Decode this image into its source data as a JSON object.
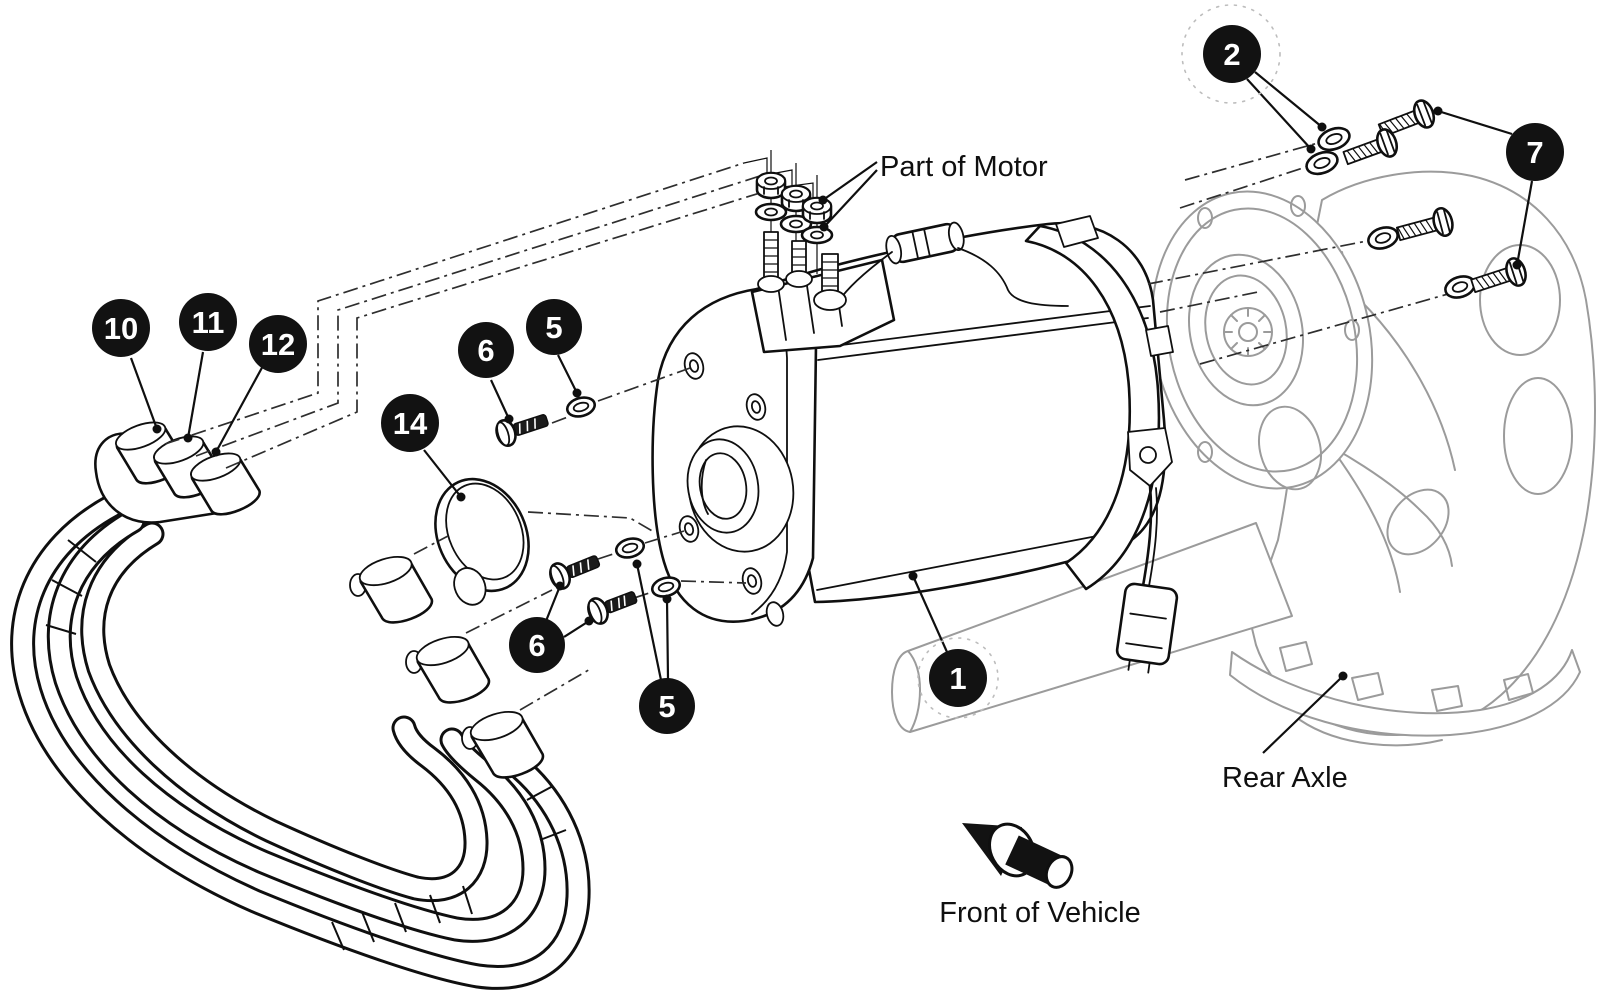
{
  "figure": {
    "kind": "exploded-parts-diagram",
    "subject": "electric drive motor and rear axle assembly"
  },
  "labels": {
    "part_of_motor": "Part of Motor",
    "rear_axle": "Rear Axle",
    "front_of_vehicle": "Front of Vehicle"
  },
  "callouts": [
    {
      "id": "callout-2",
      "number": "2"
    },
    {
      "id": "callout-7",
      "number": "7"
    },
    {
      "id": "callout-10",
      "number": "10"
    },
    {
      "id": "callout-11",
      "number": "11"
    },
    {
      "id": "callout-12",
      "number": "12"
    },
    {
      "id": "callout-14",
      "number": "14"
    },
    {
      "id": "callout-6-upper",
      "number": "6"
    },
    {
      "id": "callout-5-upper",
      "number": "5"
    },
    {
      "id": "callout-6-lower",
      "number": "6"
    },
    {
      "id": "callout-5-lower",
      "number": "5"
    },
    {
      "id": "callout-1",
      "number": "1"
    }
  ],
  "icons": {
    "front_direction": "cone-and-cylinder-3d-arrow"
  },
  "colors": {
    "line": "#0f0f0f",
    "ghost": "#9b9b9b",
    "badge_fill": "#121212",
    "badge_text": "#ffffff",
    "background": "#ffffff"
  }
}
